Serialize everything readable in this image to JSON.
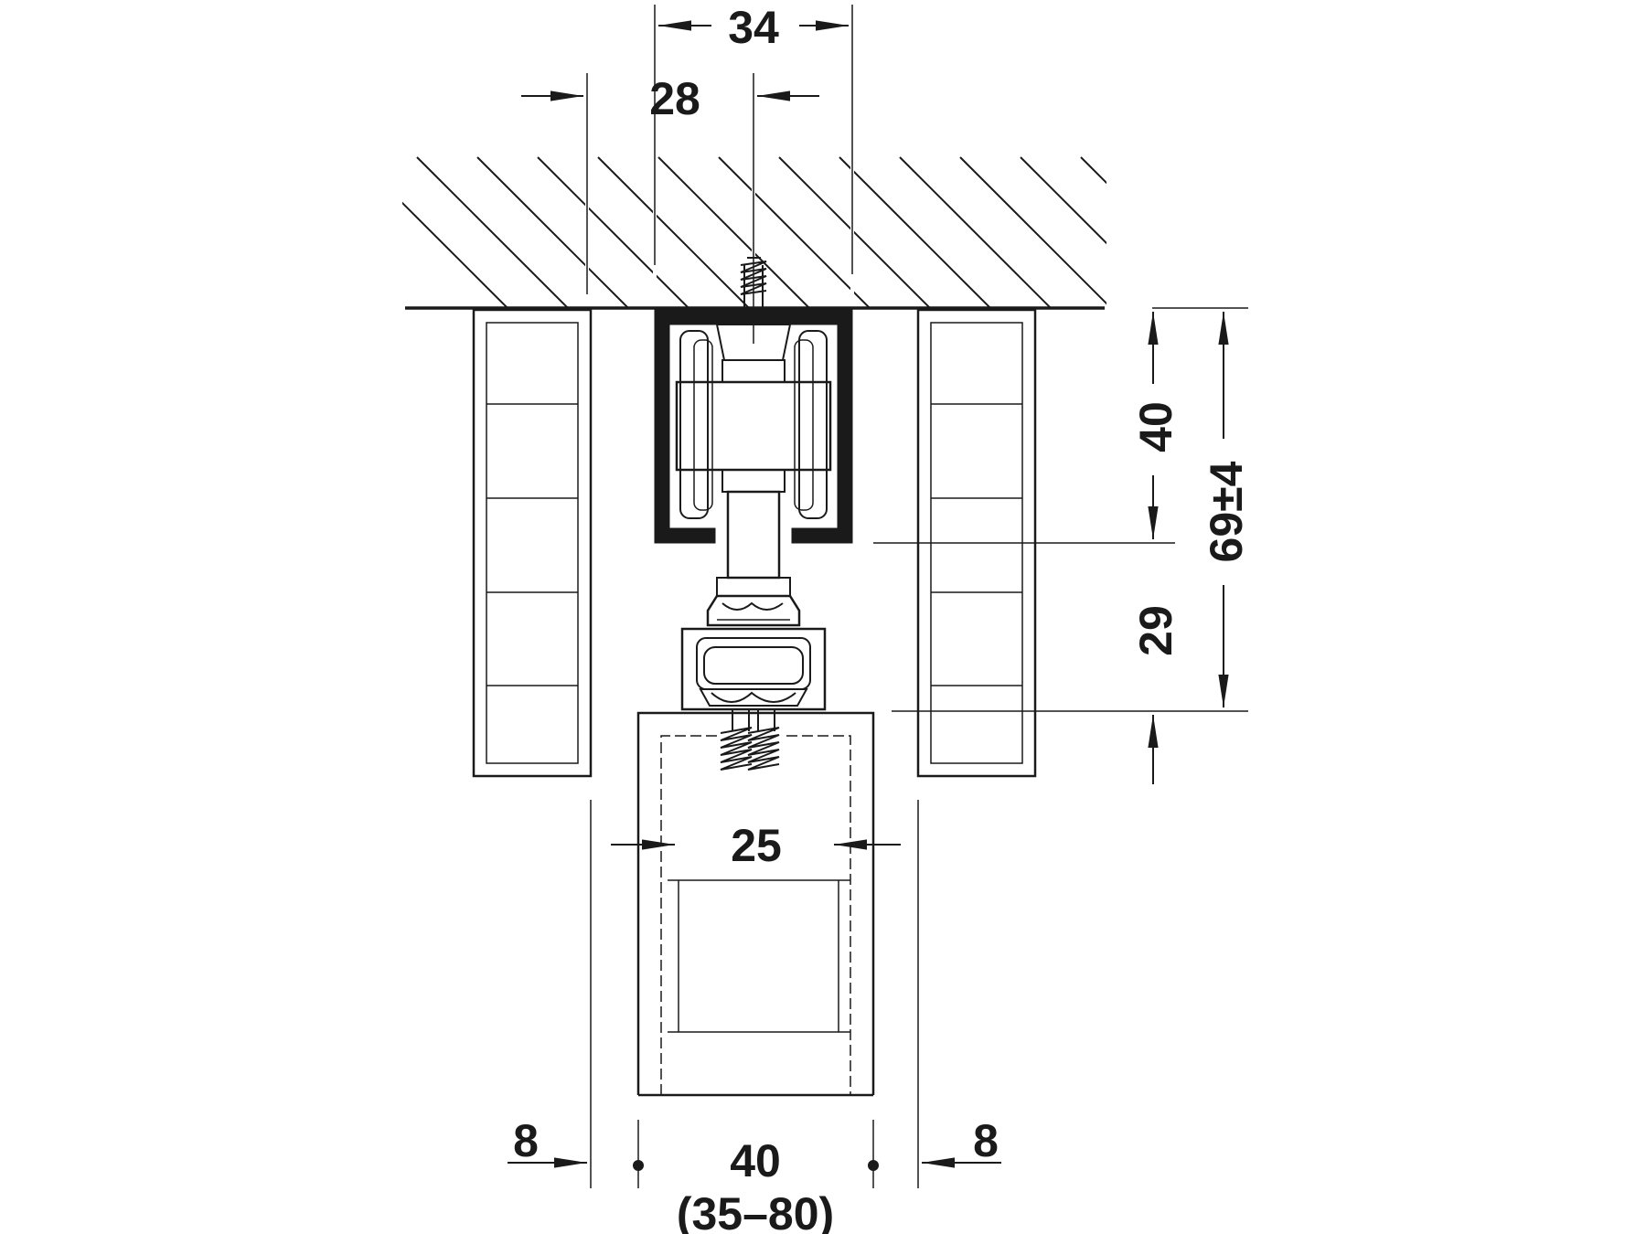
{
  "dimensions": {
    "top_width": "34",
    "rail_offset": "28",
    "rail_height": "40",
    "total_height": "69±4",
    "hanger_height": "29",
    "door_inner": "25",
    "gap_left": "8",
    "gap_right": "8",
    "door_thickness": "40",
    "door_thickness_range": "(35–80)"
  },
  "colors": {
    "line": "#1a1a1a",
    "part_fill": "#d9dadb",
    "part_light": "#eeeeee",
    "rail": "#1a1a1a",
    "background": "#ffffff"
  }
}
